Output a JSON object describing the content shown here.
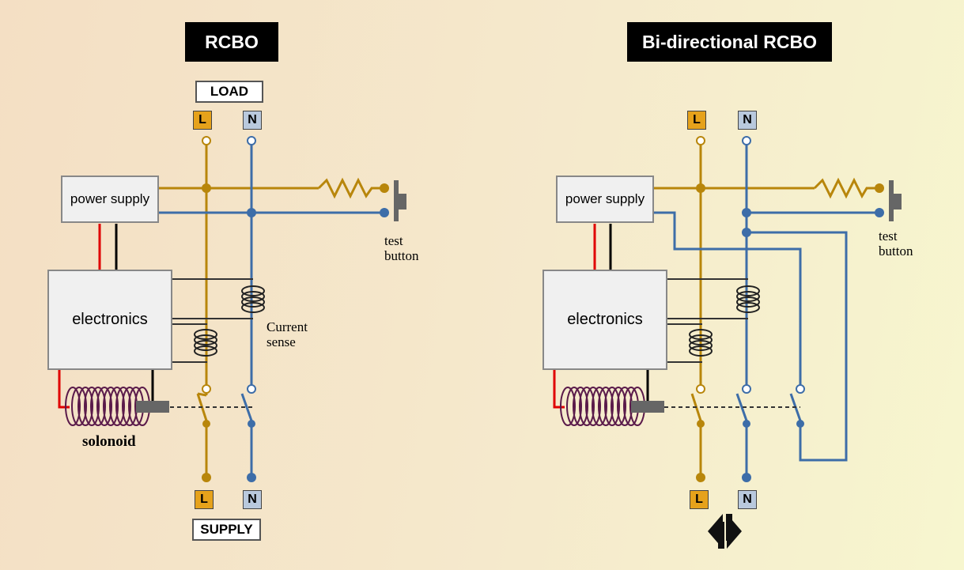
{
  "left_panel": {
    "title": "RCBO",
    "load_label": "LOAD",
    "supply_label": "SUPPLY",
    "live_tag": "L",
    "neutral_tag": "N",
    "power_supply_label": "power supply",
    "electronics_label": "electronics",
    "test_button_line1": "test",
    "test_button_line2": "button",
    "current_sense_line1": "Current",
    "current_sense_line2": "sense",
    "solenoid_label": "solonoid"
  },
  "right_panel": {
    "title": "Bi-directional RCBO",
    "live_tag": "L",
    "neutral_tag": "N",
    "power_supply_label": "power supply",
    "electronics_label": "electronics",
    "test_button_line1": "test",
    "test_button_line2": "button",
    "direction_icon": "bidirectional-arrows-icon"
  },
  "colors": {
    "live": "#b8860b",
    "neutral": "#3d6da8",
    "coil": "#5a1a4a",
    "positive_wire": "#e00000"
  }
}
